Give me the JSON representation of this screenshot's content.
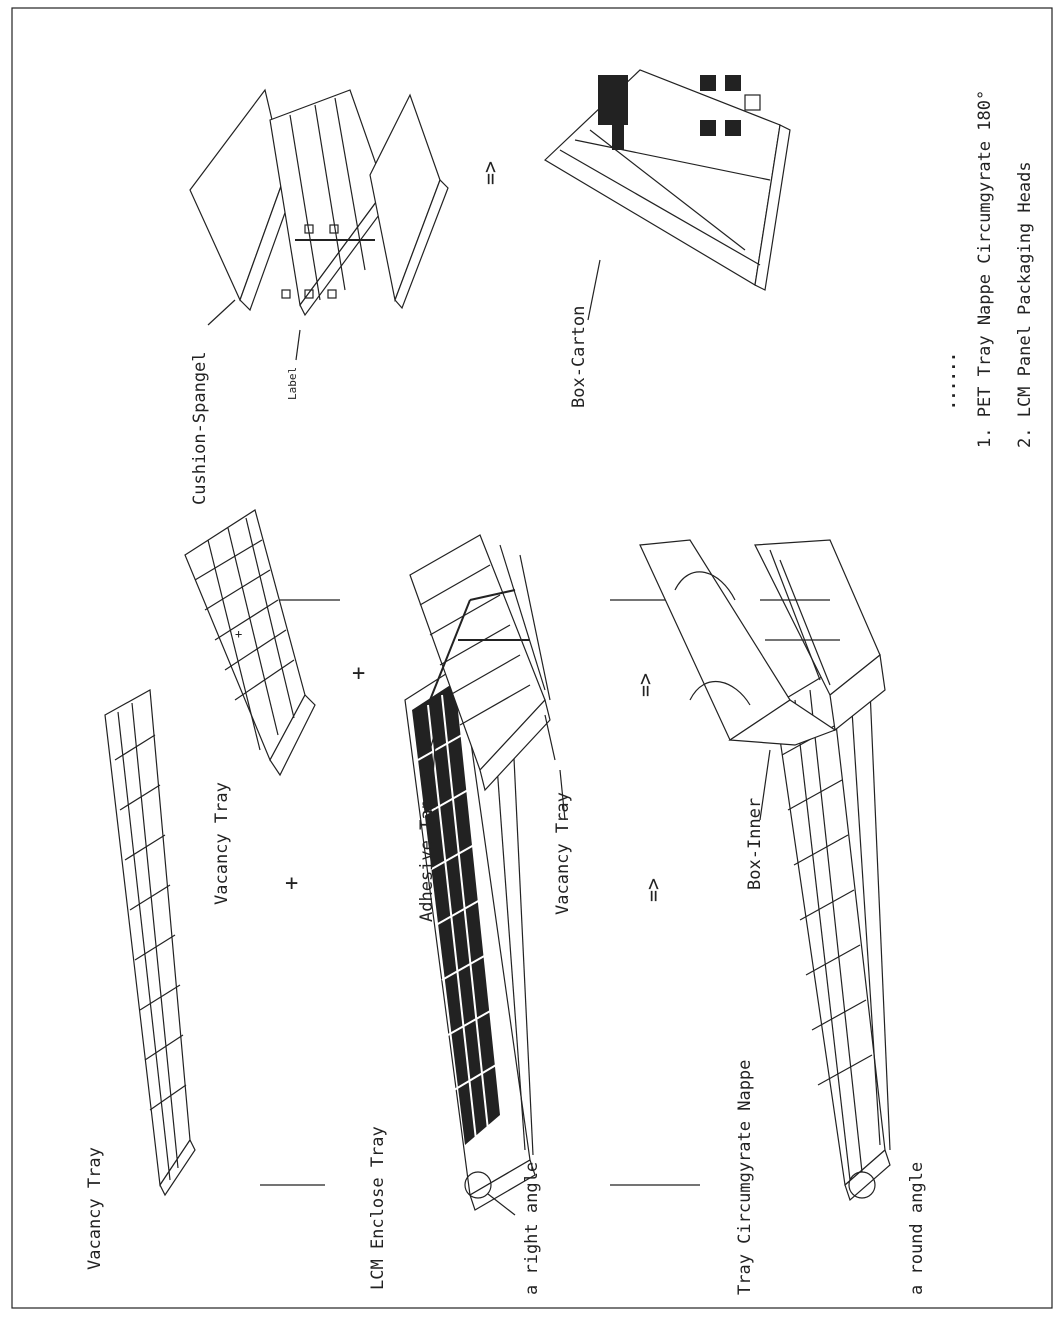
{
  "notes": {
    "bullets": "......",
    "items": [
      "1. PET Tray Nappe Circumgyrate 180°",
      "2. LCM Panel Packaging Heads"
    ]
  },
  "labels": {
    "vacancy_tray_1": "Vacancy Tray",
    "lcm_enclose_tray": "LCM Enclose Tray",
    "a_right_angle": "a right angle",
    "tray_circumgyrate_nappe": "Tray Circumgyrate Nappe",
    "a_round_angle": "a round angle",
    "vacancy_tray_2": "Vacancy Tray",
    "adhesive_tape": "Adhesive Tape",
    "vacancy_tray_3": "Vacancy Tray",
    "box_inner": "Box-Inner",
    "cushion_spangel": "Cushion-Spangel",
    "label": "Label",
    "box_carton": "Box-Carton"
  },
  "symbols": {
    "plus": "+",
    "arrow": "=>"
  }
}
